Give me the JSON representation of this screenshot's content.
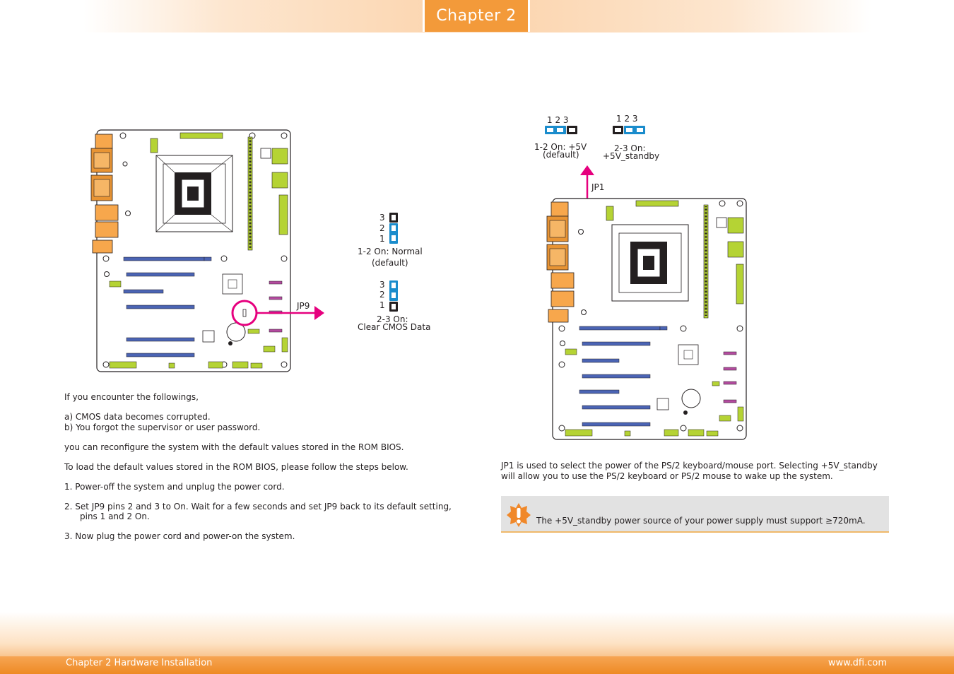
{
  "header": {
    "chapter_tab": "Chapter 2"
  },
  "left": {
    "jp9_label": "JP9",
    "diagram": {
      "pins_top": [
        "3",
        "2",
        "1"
      ],
      "normal_caption_1": "1-2 On: Normal",
      "normal_caption_2": "(default)",
      "pins_bottom": [
        "3",
        "2",
        "1"
      ],
      "clear_caption_1": "2-3 On:",
      "clear_caption_2": "Clear CMOS Data"
    },
    "paragraphs": {
      "intro": "If you encounter the followings,",
      "item_a": "a)   CMOS data becomes corrupted.",
      "item_b": "b)   You forgot the supervisor or user password.",
      "reconfigure": "you can reconfigure the system with the default values stored in the ROM BIOS.",
      "to_load": "To load the default values stored in the ROM BIOS, please follow the steps below.",
      "step1": "1.   Power-off the system and unplug the power cord.",
      "step2a": "2.   Set JP9 pins 2 and 3 to On. Wait for a few seconds and set JP9 back to its default setting,",
      "step2b": "pins 1 and 2 On.",
      "step3": "3.   Now plug the power cord and power-on the system."
    }
  },
  "right": {
    "jp1_label": "JP1",
    "jumper_a": {
      "pins": "1  2  3",
      "caption_1": "1-2 On: +5V",
      "caption_2": "(default)"
    },
    "jumper_b": {
      "pins": "1  2  3",
      "caption_1": "2-3 On:",
      "caption_2": "+5V_standby"
    },
    "description_1": "JP1 is used to select the power of the PS/2 keyboard/mouse port. Selecting +5V_standby",
    "description_2": "will allow you to use the PS/2 keyboard or PS/2 mouse to wake up the system.",
    "note": "The +5V_standby power source of your power supply must support ≥720mA."
  },
  "footer": {
    "left": "Chapter 2 Hardware Installation",
    "right": "www.dfi.com"
  },
  "colors": {
    "accent": "#f39a3a",
    "pink": "#e6007e",
    "blue": "#1a8ccc",
    "slot_blue": "#4b64b4",
    "green": "#b5d334",
    "purple": "#b44ba0"
  }
}
